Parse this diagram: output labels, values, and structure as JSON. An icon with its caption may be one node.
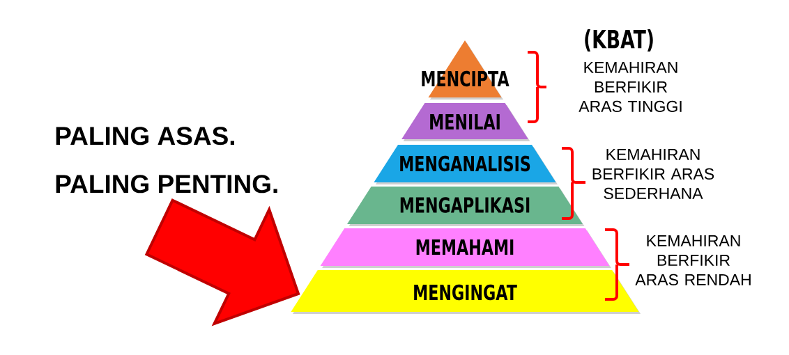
{
  "diagram": {
    "nodes": [
      {
        "text": [
          "MENCIPTA"
        ]
      },
      {
        "text": [
          "MENILAI"
        ]
      },
      {
        "text": [
          "MENGANALISIS"
        ]
      },
      {
        "text": [
          "MENGAPLIKASI"
        ]
      },
      {
        "text": [
          "MEMAHAMI"
        ]
      },
      {
        "text": [
          "MENGINGAT"
        ]
      }
    ],
    "edges": [
      {
        "from": null,
        "to": 5,
        "arrow": "to"
      }
    ],
    "labels": [
      "PALING ASAS.",
      "PALING PENTING.",
      "(KBAT)",
      "KEMAHIRAN BERFIKIR ARAS TINGGI",
      "KEMAHIRAN BERFIKIR ARAS SEDERHANA",
      "KEMAHIRAN BERFIKIR ARAS RENDAH"
    ]
  }
}
